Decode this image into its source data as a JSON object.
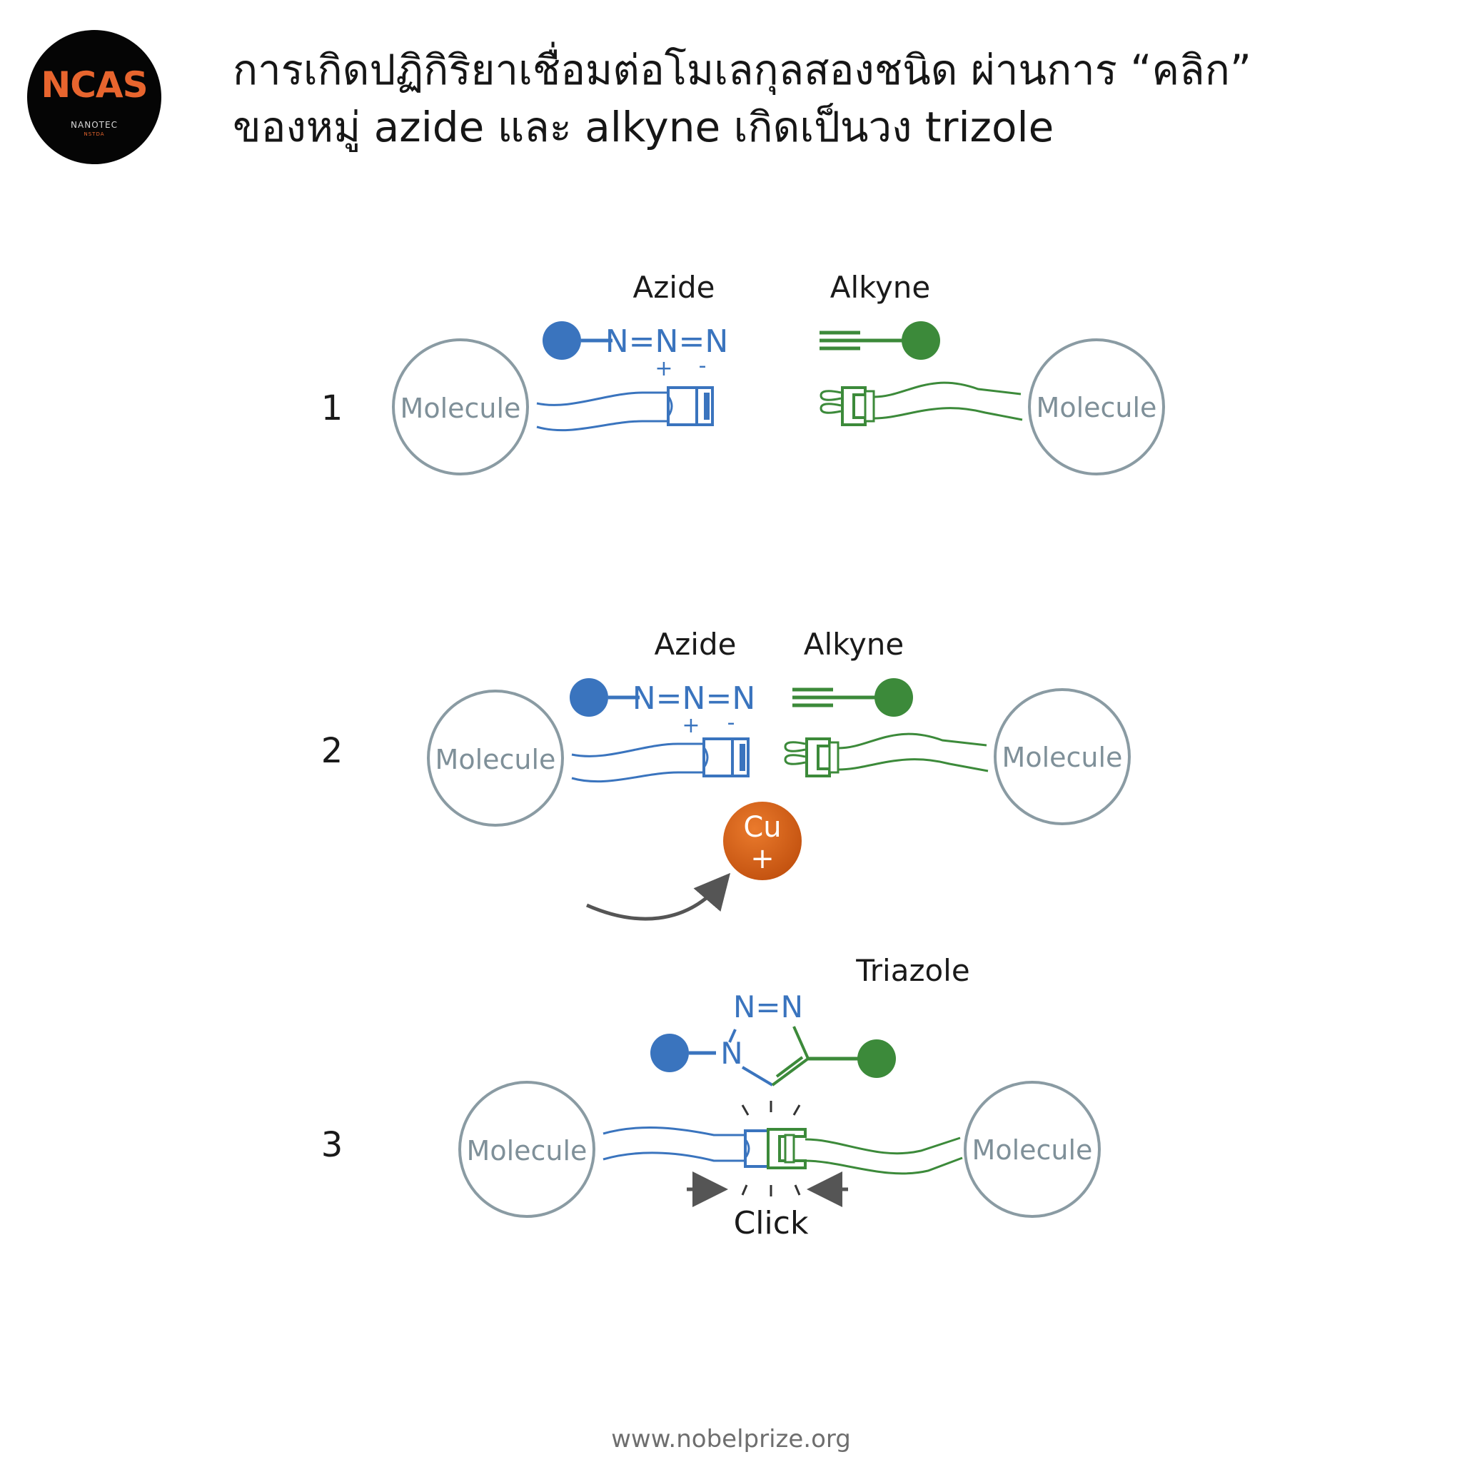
{
  "header": {
    "logo_text": "NCAS",
    "logo_subtext": "NANOTEC",
    "logo_subtext2": "NSTDA",
    "title_line1": "การเกิดปฏิกิริยาเชื่อมต่อโมเลกุลสองชนิด ผ่านการ “คลิก”",
    "title_line2": "ของหมู่ azide และ alkyne เกิดเป็นวง trizole"
  },
  "steps": [
    {
      "number": "1",
      "left_molecule": "Molecule",
      "right_molecule": "Molecule",
      "azide_label": "Azide",
      "alkyne_label": "Alkyne",
      "azide_formula": "N=N=N",
      "plus_sign": "+",
      "minus_sign": "-"
    },
    {
      "number": "2",
      "left_molecule": "Molecule",
      "right_molecule": "Molecule",
      "azide_label": "Azide",
      "alkyne_label": "Alkyne",
      "azide_formula": "N=N=N",
      "plus_sign": "+",
      "minus_sign": "-",
      "catalyst_symbol": "Cu",
      "catalyst_charge": "+"
    },
    {
      "number": "3",
      "left_molecule": "Molecule",
      "right_molecule": "Molecule",
      "product_label": "Triazole",
      "ring_top": "N=N",
      "ring_n": "N",
      "click_label": "Click"
    }
  ],
  "colors": {
    "azide": "#3a74be",
    "alkyne": "#3c8a3a",
    "molecule_ring": "#8a9ba3",
    "molecule_text": "#7f9099",
    "catalyst": "#d9641d",
    "arrow": "#555555",
    "text": "#1a1a1a"
  },
  "source": "www.nobelprize.org"
}
